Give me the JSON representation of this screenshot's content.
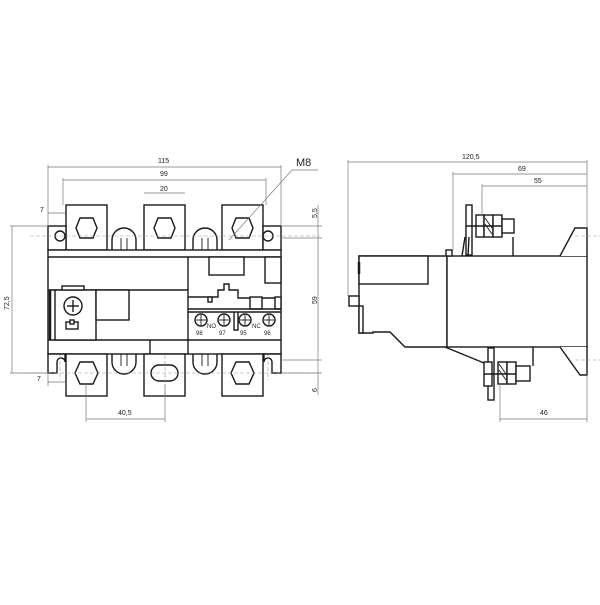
{
  "diagram": {
    "subject": "Thermal overload relay dimensional drawing",
    "views": [
      "front-view",
      "side-view"
    ]
  },
  "front_view": {
    "dimensions": {
      "overall_width": "115",
      "terminal_span": "99",
      "terminal_width": "20",
      "left_offset_top": "7",
      "left_offset_bottom": "7",
      "overall_height": "72,5",
      "top_offset": "5,5",
      "mounting_height": "59",
      "bottom_offset": "6",
      "pole_pitch": "40,5"
    },
    "thread_callout": "M8",
    "terminals": {
      "t1": "98",
      "t2": "97",
      "t3": "95",
      "t4": "96",
      "no_label": "NO",
      "nc_label": "NC"
    }
  },
  "side_view": {
    "dimensions": {
      "overall_depth": "120,5",
      "depth_to_terminal": "69",
      "depth_to_nut": "55",
      "rear_depth": "46"
    }
  }
}
